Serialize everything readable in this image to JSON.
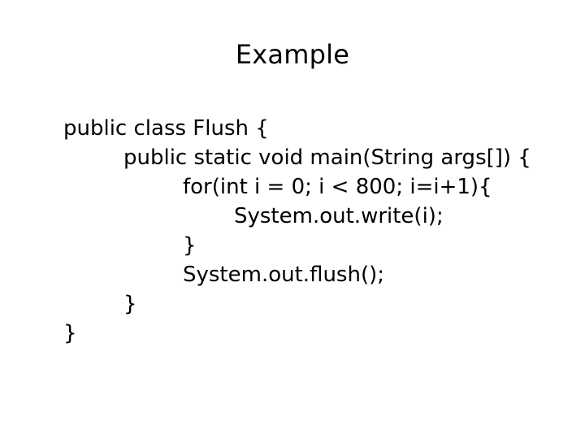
{
  "slide": {
    "title": "Example",
    "background_color": "#ffffff",
    "text_color": "#000000",
    "code_lines": [
      {
        "text": "public class Flush {",
        "indent": 0
      },
      {
        "text": "public static void main(String args[]) {",
        "indent": 1
      },
      {
        "text": "for(int i = 0; i < 800; i=i+1){",
        "indent": 2
      },
      {
        "text": "System.out.write(i);",
        "indent": 3
      },
      {
        "text": "}",
        "indent": 2
      },
      {
        "text": "System.out.flush();",
        "indent": 2
      },
      {
        "text": "}",
        "indent": 1
      },
      {
        "text": "}",
        "indent": 0
      }
    ]
  }
}
